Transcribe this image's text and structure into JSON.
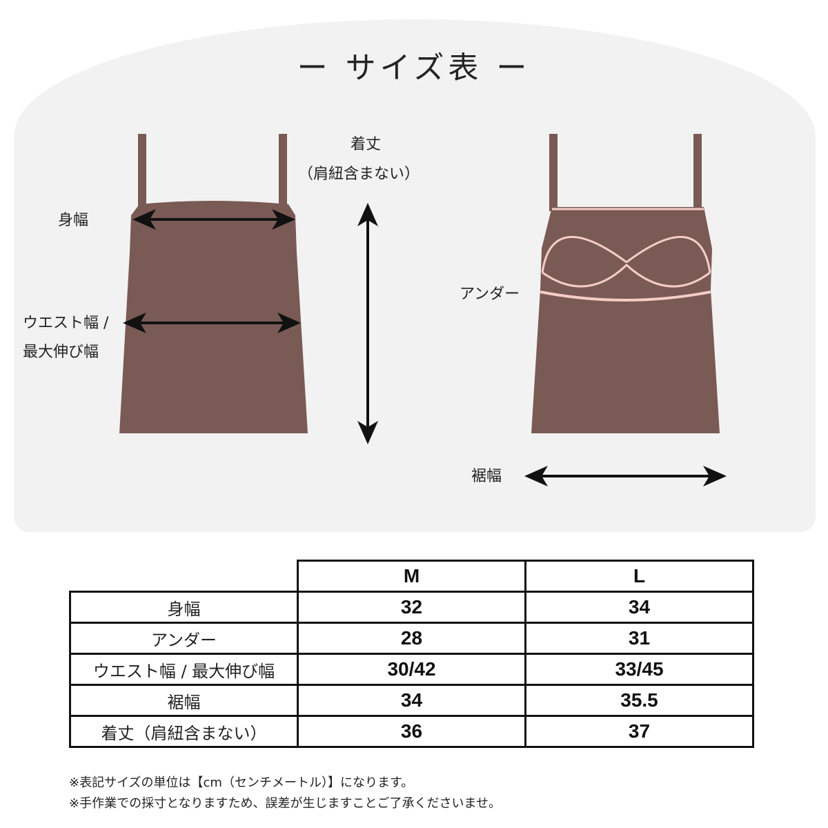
{
  "title": "ー サイズ表 ー",
  "diagram": {
    "labels": {
      "length_line1": "着丈",
      "length_line2": "（肩紐含まない）",
      "body_width": "身幅",
      "waist_line1": "ウエスト幅 /",
      "waist_line2": "最大伸び幅",
      "under": "アンダー",
      "hem_width": "裾幅"
    },
    "colors": {
      "garment": "#7a5a55",
      "piping": "#f6cdc6",
      "arrow": "#111111",
      "panel_bg": "#f2f2f2"
    }
  },
  "table": {
    "columns": [
      "M",
      "L"
    ],
    "rows": [
      {
        "label": "身幅",
        "values": [
          "32",
          "34"
        ]
      },
      {
        "label": "アンダー",
        "values": [
          "28",
          "31"
        ]
      },
      {
        "label": "ウエスト幅 / 最大伸び幅",
        "values": [
          "30/42",
          "33/45"
        ]
      },
      {
        "label": "裾幅",
        "values": [
          "34",
          "35.5"
        ]
      },
      {
        "label": "着丈（肩紐含まない）",
        "values": [
          "36",
          "37"
        ]
      }
    ]
  },
  "notes": [
    "※表記サイズの単位は【cm（センチメートル）】になります。",
    "※手作業での採寸となりますため、誤差が生じますことご了承くださいませ。"
  ]
}
